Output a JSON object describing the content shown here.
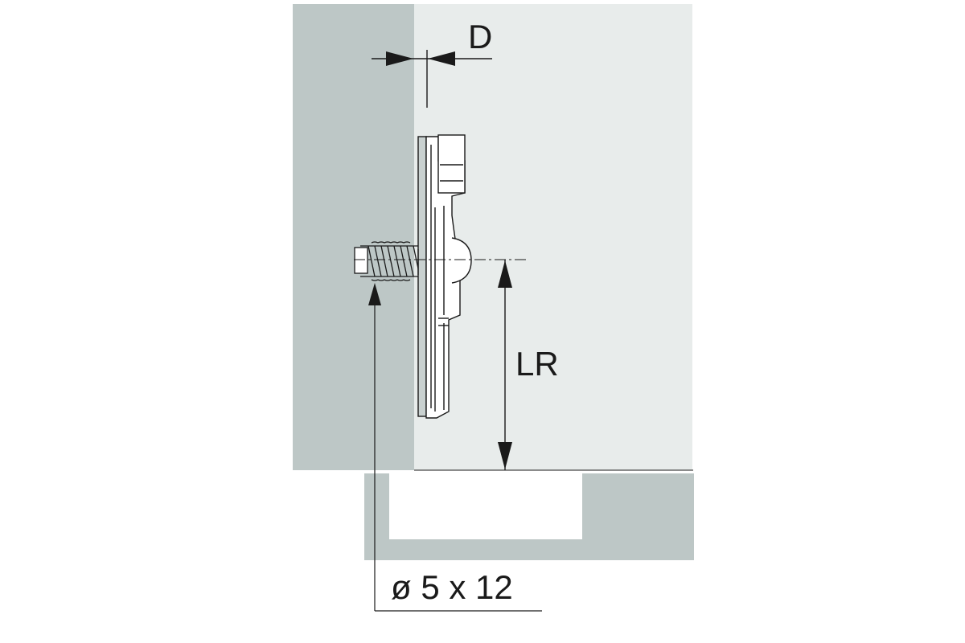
{
  "labels": {
    "depth": "D",
    "lr": "LR",
    "screw": "ø 5 x 12"
  },
  "colors": {
    "side_panel": "#bdc7c6",
    "cabinet_face": "#e8eceb",
    "door": "#bdc7c6",
    "door_recess": "#ffffff",
    "line": "#1a1a1a"
  }
}
